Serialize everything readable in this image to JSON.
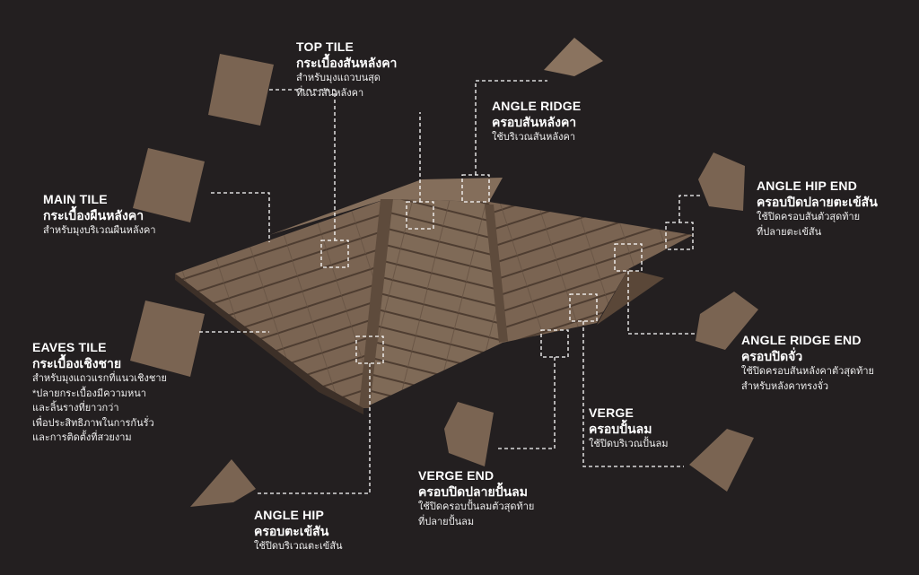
{
  "colors": {
    "background": "#231f20",
    "tile": "#7a6452",
    "tile_dark": "#5a4738",
    "tile_light": "#8d7662",
    "line": "#ffffff"
  },
  "labels": {
    "top_tile": {
      "en": "TOP TILE",
      "th": "กระเบื้องสันหลังคา",
      "desc": [
        "สำหรับมุงแถวบนสุด",
        "ที่แนวสันหลังคา"
      ]
    },
    "angle_ridge": {
      "en": "ANGLE RIDGE",
      "th": "ครอบสันหลังคา",
      "desc": [
        "ใช้บริเวณสันหลังคา"
      ]
    },
    "angle_hip_end": {
      "en": "ANGLE HIP END",
      "th": "ครอบปิดปลายตะเข้สัน",
      "desc": [
        "ใช้ปิดครอบสันตัวสุดท้าย",
        "ที่ปลายตะเข้สัน"
      ]
    },
    "main_tile": {
      "en": "MAIN TILE",
      "th": "กระเบื้องผืนหลังคา",
      "desc": [
        "สำหรับมุงบริเวณผืนหลังคา"
      ]
    },
    "angle_ridge_end": {
      "en": "ANGLE RIDGE END",
      "th": "ครอบปิดจั่ว",
      "desc": [
        "ใช้ปิดครอบสันหลังคาตัวสุดท้าย",
        "สำหรับหลังคาทรงจั่ว"
      ]
    },
    "eaves_tile": {
      "en": "EAVES TILE",
      "th": "กระเบื้องเชิงชาย",
      "desc": [
        "สำหรับมุงแถวแรกที่แนวเชิงชาย",
        "*ปลายกระเบื้องมีความหนา",
        "และลิ้นรางที่ยาวกว่า",
        "เพื่อประสิทธิภาพในการกันรั่ว",
        "และการติดตั้งที่สวยงาม"
      ]
    },
    "verge": {
      "en": "VERGE",
      "th": "ครอบปั้นลม",
      "desc": [
        "ใช้ปิดบริเวณปั้นลม"
      ]
    },
    "verge_end": {
      "en": "VERGE END",
      "th": "ครอบปิดปลายปั้นลม",
      "desc": [
        "ใช้ปิดครอบปั้นลมตัวสุดท้าย",
        "ที่ปลายปั้นลม"
      ]
    },
    "angle_hip": {
      "en": "ANGLE HIP",
      "th": "ครอบตะเข้สัน",
      "desc": [
        "ใช้ปิดบริเวณตะเข้สัน"
      ]
    }
  }
}
